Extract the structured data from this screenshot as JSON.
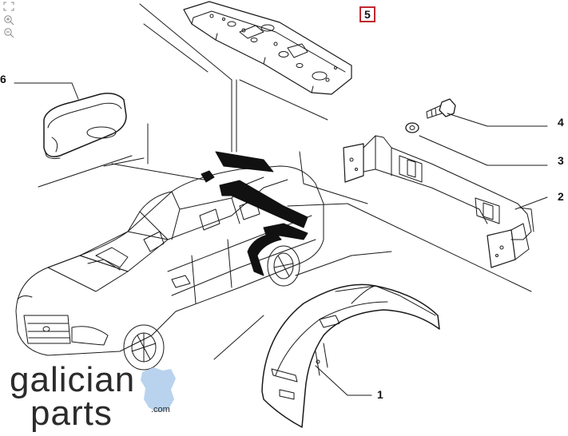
{
  "diagram": {
    "callouts": {
      "part_1": "1",
      "part_2": "2",
      "part_3": "3",
      "part_4": "4",
      "part_5": "5",
      "part_6": "6"
    },
    "highlighted_callout_color": "#c0282d"
  },
  "toolbar": {
    "fit_icon": "fit-to-screen-icon",
    "zoom_in_icon": "zoom-in-icon",
    "zoom_out_icon": "zoom-out-icon"
  },
  "logo": {
    "line1": "galician",
    "line2": "parts",
    "suffix": ".com",
    "accent_color": "#b9d3ee"
  }
}
